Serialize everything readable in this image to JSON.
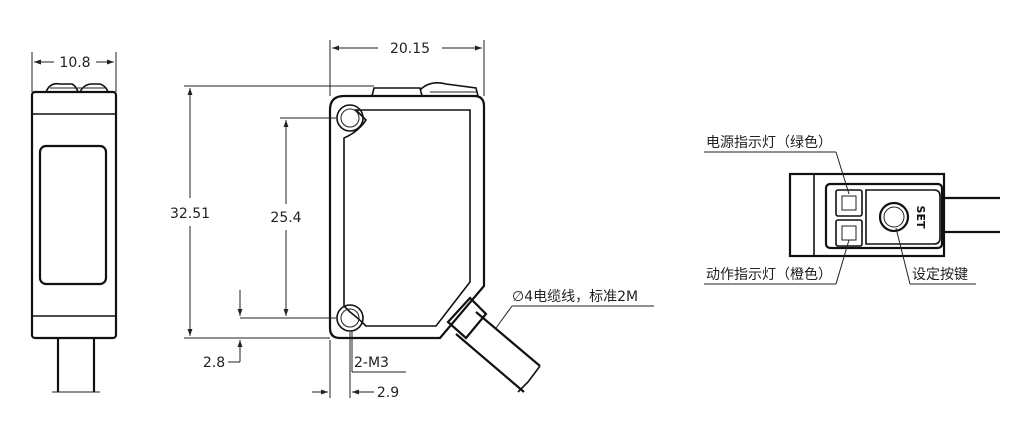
{
  "dimensions": {
    "width_side": "10.8",
    "width_front": "20.15",
    "height_total": "32.51",
    "hole_spacing": "25.4",
    "hole_offset_bottom": "2.8",
    "hole_offset_side": "2.9",
    "mount_holes": "2-M3",
    "cable": "∅4电缆线，标准2M"
  },
  "callouts": {
    "power_led": "电源指示灯（绿色）",
    "action_led": "动作指示灯（橙色）",
    "set_button": "设定按键",
    "set_text": "SET"
  }
}
